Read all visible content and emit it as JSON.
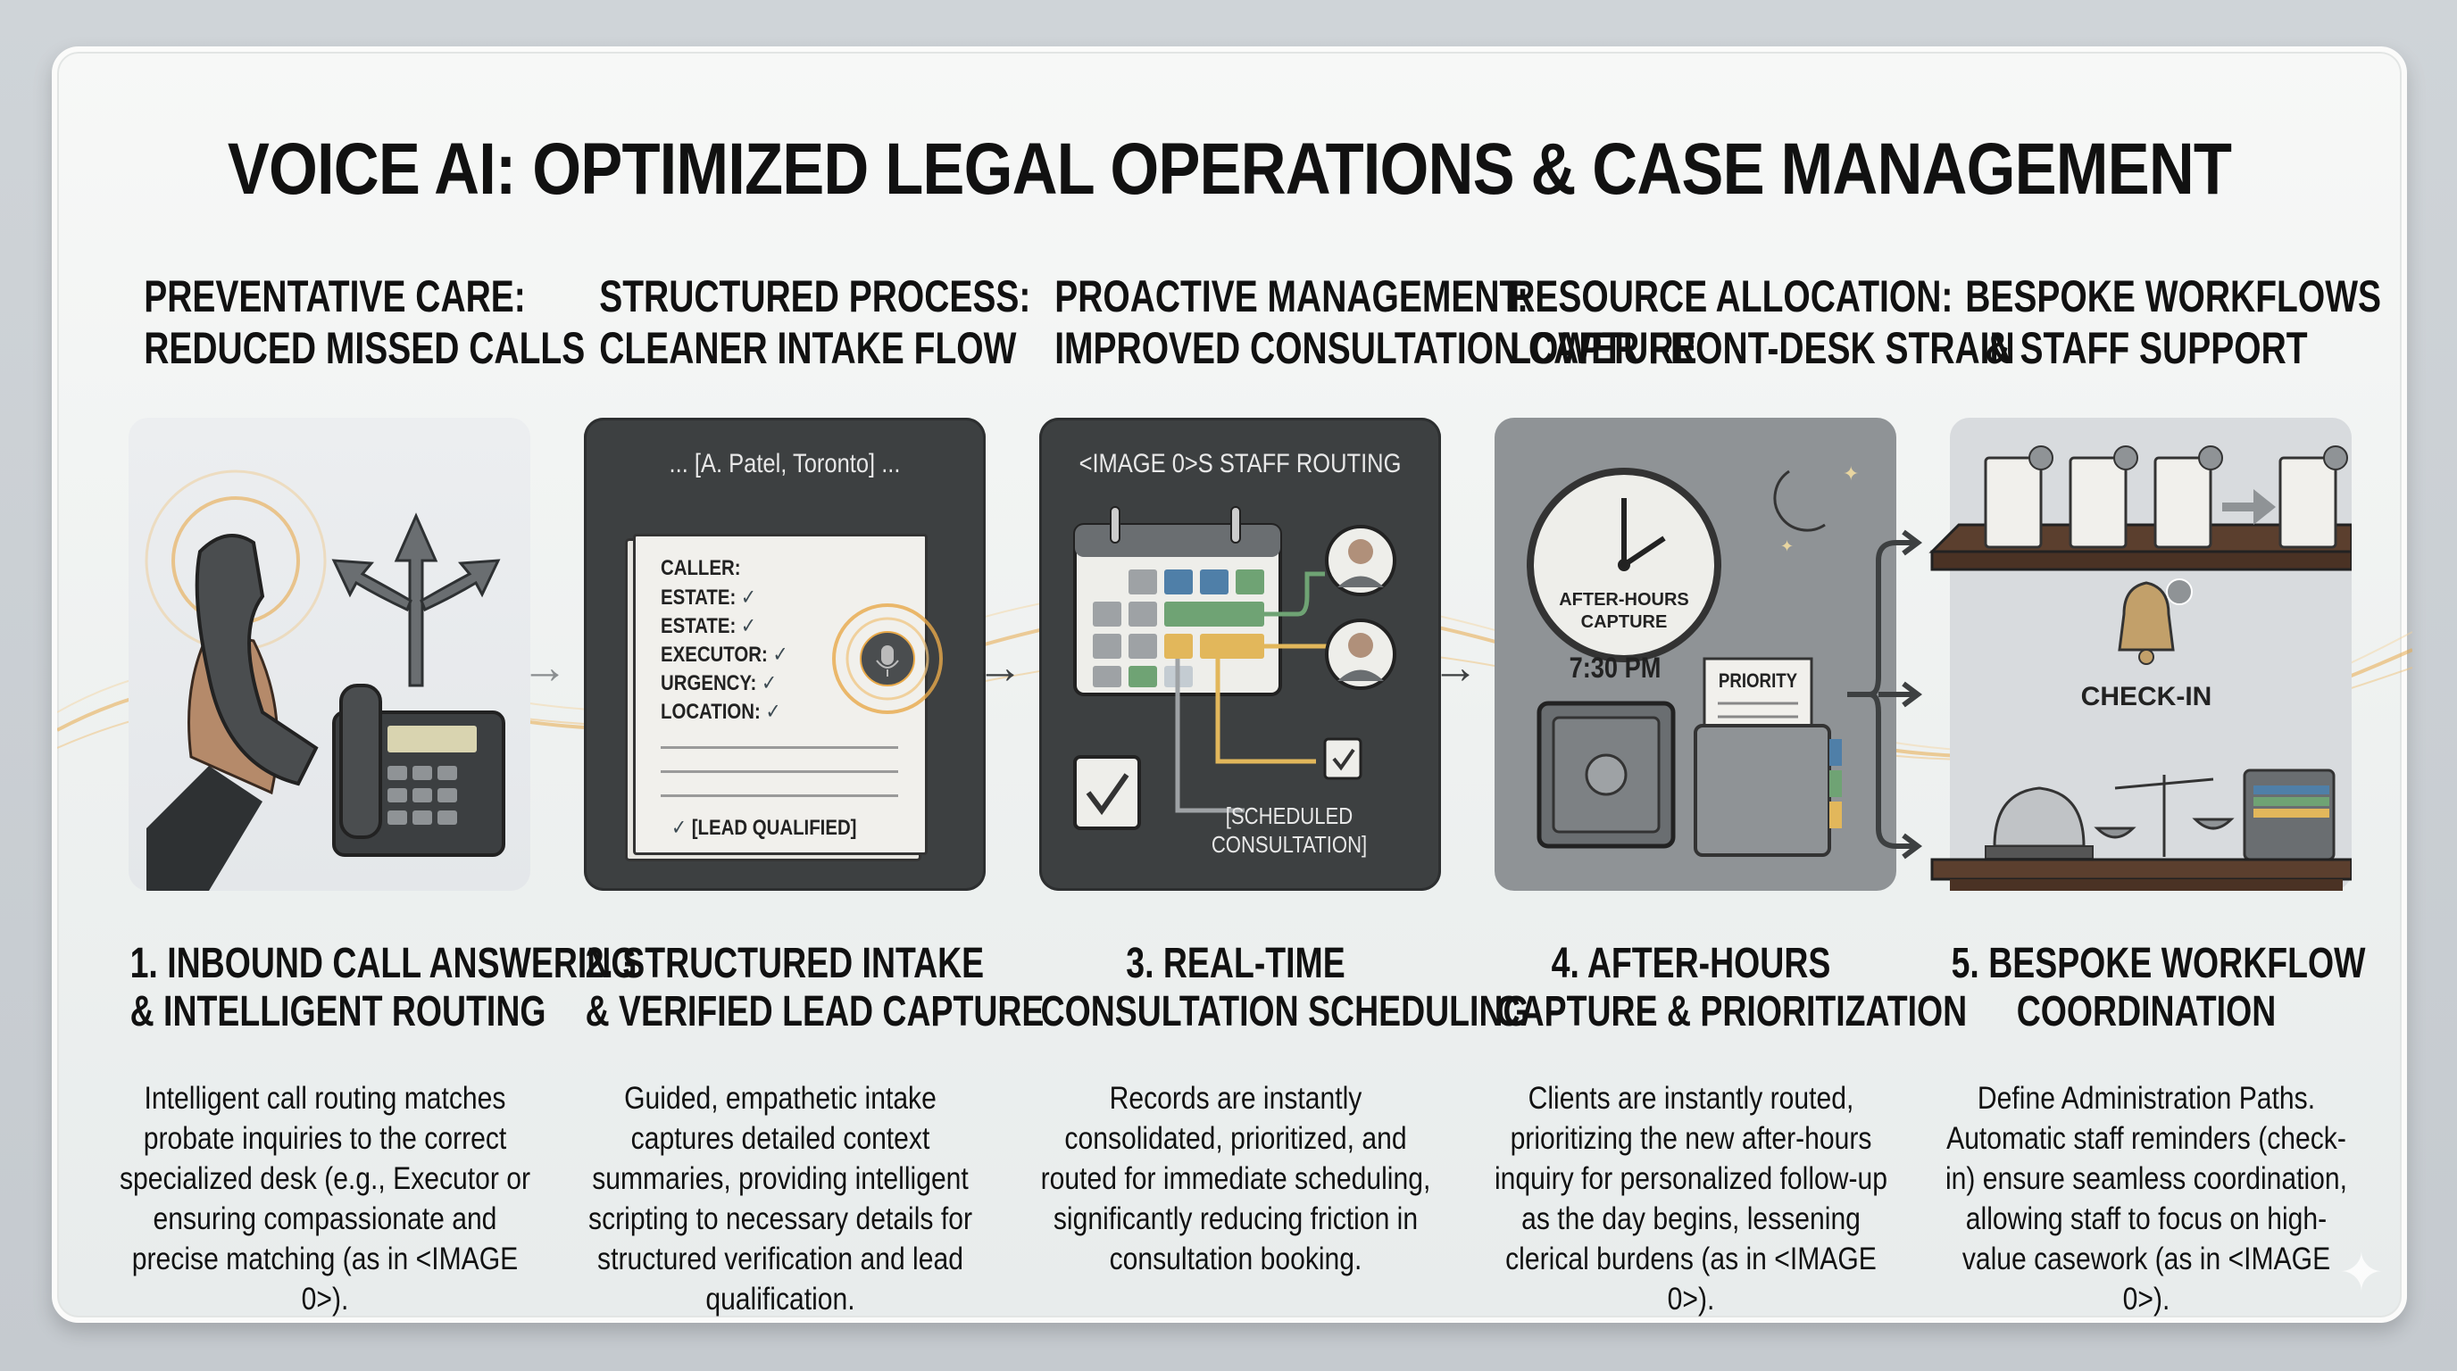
{
  "title": "VOICE AI: OPTIMIZED LEGAL OPERATIONS & CASE MANAGEMENT",
  "columns": [
    {
      "subhead_line1": "PREVENTATIVE CARE:",
      "subhead_line2": "REDUCED MISSED CALLS",
      "panel_style": "light",
      "panel_icons": [
        "ringing-phone-icon",
        "routing-arrows-icon",
        "desk-phone-icon"
      ],
      "step_title_line1": "1. INBOUND CALL ANSWERING",
      "step_title_line2": "& INTELLIGENT ROUTING",
      "description": "Intelligent call routing matches probate inquiries to the correct specialized desk (e.g., Executor or ensuring compassionate and precise matching (as in <IMAGE 0>)."
    },
    {
      "subhead_line1": "STRUCTURED PROCESS:",
      "subhead_line2": "CLEANER INTAKE FLOW",
      "panel_style": "dark",
      "panel_header": "... [A. Patel, Toronto] ...",
      "form_fields": [
        "CALLER:",
        "ESTATE:",
        "ESTATE:",
        "EXECUTOR:",
        "URGENCY:",
        "LOCATION:"
      ],
      "form_checked": [
        false,
        true,
        true,
        true,
        true,
        true
      ],
      "form_footer": "[LEAD QUALIFIED]",
      "panel_icons": [
        "intake-form-icon",
        "microphone-icon"
      ],
      "step_title_line1": "2. STRUCTURED INTAKE",
      "step_title_line2": "& VERIFIED LEAD CAPTURE",
      "description": "Guided, empathetic intake captures detailed context summaries, providing intelligent scripting to necessary details for structured verification and lead qualification."
    },
    {
      "subhead_line1": "PROACTIVE MANAGEMENT:",
      "subhead_line2": "IMPROVED CONSULTATION CAPTURE",
      "panel_style": "dark",
      "panel_header": "<IMAGE 0>S STAFF ROUTING",
      "panel_label": "[SCHEDULED CONSULTATION]",
      "panel_icons": [
        "calendar-grid-icon",
        "staff-avatar-icon",
        "staff-avatar-icon",
        "calendar-check-icon"
      ],
      "step_title_line1": "3. REAL-TIME",
      "step_title_line2": "CONSULTATION SCHEDULING",
      "description": "Records are instantly consolidated, prioritized, and routed for immediate scheduling, significantly reducing friction in consultation booking."
    },
    {
      "subhead_line1": "RESOURCE ALLOCATION:",
      "subhead_line2": "LOWER FRONT-DESK STRAIN",
      "panel_style": "mid",
      "clock_label": "AFTER-HOURS CAPTURE",
      "time": "7:30 PM",
      "priority_label": "PRIORITY",
      "panel_icons": [
        "clock-icon",
        "moon-icon",
        "safe-icon",
        "priority-folder-icon"
      ],
      "step_title_line1": "4. AFTER-HOURS",
      "step_title_line2": "CAPTURE & PRIORITIZATION",
      "description": "Clients are instantly routed, prioritizing the new after-hours inquiry for personalized follow-up as the day begins, lessening clerical burdens (as in <IMAGE 0>)."
    },
    {
      "subhead_line1": "BESPOKE WORKFLOWS",
      "subhead_line2": "& STAFF SUPPORT",
      "panel_style": "pale",
      "checkin_label": "CHECK-IN",
      "panel_icons": [
        "document-check-icon",
        "bell-icon",
        "service-bell-icon",
        "scales-of-justice-icon",
        "file-folder-icon"
      ],
      "step_title_line1": "5. BESPOKE WORKFLOW",
      "step_title_line2": "COORDINATION",
      "description": "Define Administration Paths. Automatic staff reminders (check-in) ensure seamless coordination, allowing staff to focus on high-value casework (as in <IMAGE 0>)."
    }
  ],
  "colors": {
    "background": "#c9ced2",
    "card": "#f3f5f4",
    "panel_dark": "#3d4041",
    "panel_mid": "#8f9396",
    "panel_pale": "#d8dbde",
    "accent_glow": "#e8a94a",
    "shelf_wood": "#5b3f2e",
    "green": "#6fa374",
    "blue": "#4f7fa8",
    "yellow": "#e2b75b"
  }
}
